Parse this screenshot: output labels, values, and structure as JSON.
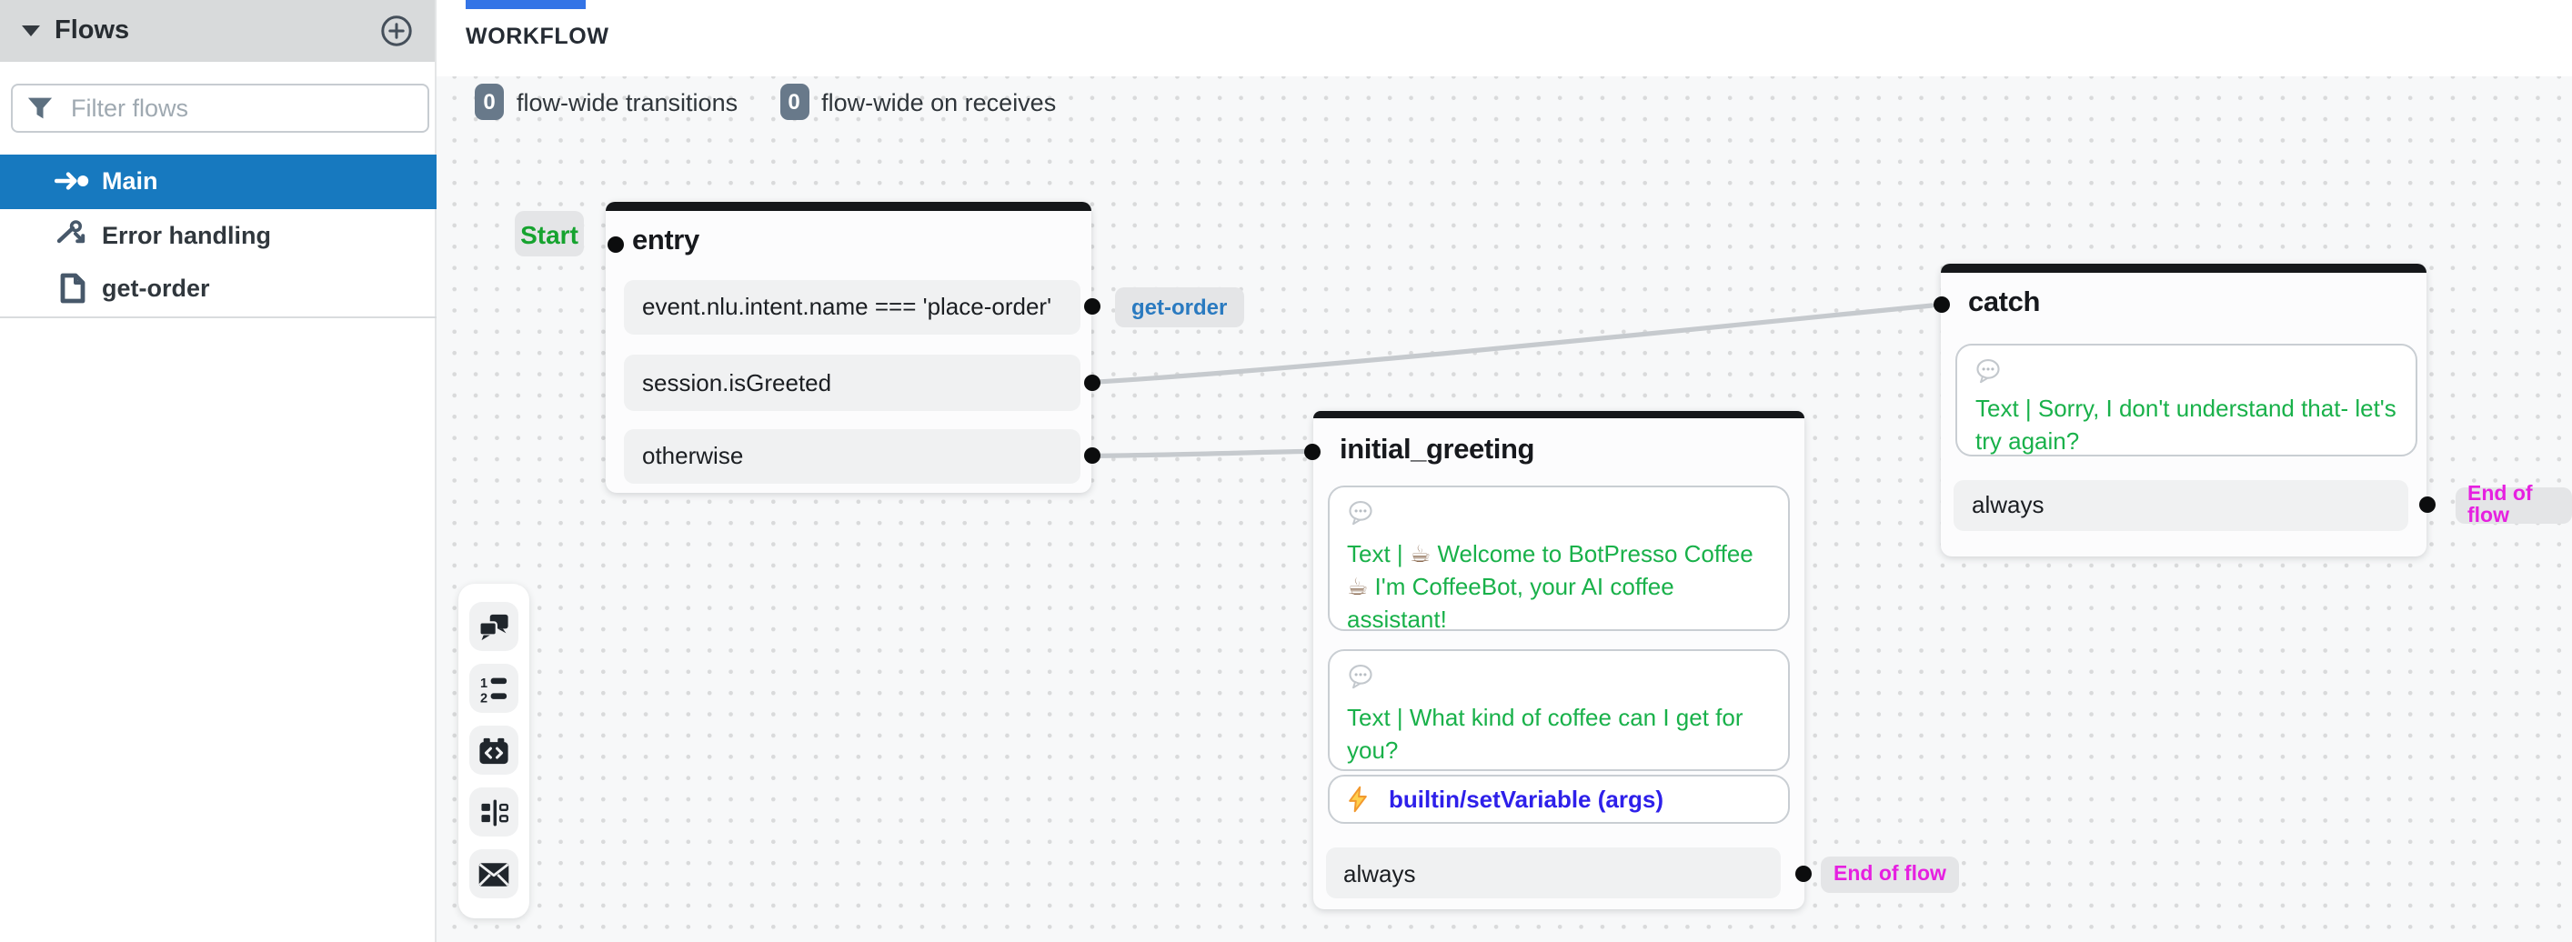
{
  "sidebar": {
    "header": {
      "title": "Flows",
      "caret_icon": "caret-down",
      "add_icon": "plus-circle"
    },
    "filter": {
      "placeholder": "Filter flows"
    },
    "items": [
      {
        "label": "Main",
        "icon": "start-arrow",
        "selected": true
      },
      {
        "label": "Error handling",
        "icon": "error-branch",
        "selected": false
      },
      {
        "label": "get-order",
        "icon": "document",
        "selected": false
      }
    ]
  },
  "topbar": {
    "tab_label": "WORKFLOW"
  },
  "canvas": {
    "counters": [
      {
        "count": "0",
        "label": "flow-wide transitions"
      },
      {
        "count": "0",
        "label": "flow-wide on receives"
      }
    ],
    "start_badge": "Start",
    "get_order_badge": "get-order",
    "nodes": {
      "entry": {
        "title": "entry",
        "conditions": [
          "event.nlu.intent.name === 'place-order'",
          "session.isGreeted",
          "otherwise"
        ]
      },
      "initial_greeting": {
        "title": "initial_greeting",
        "card1": {
          "seg1": "Text | ",
          "emoji1": "☕",
          "seg2": "  Welcome to BotPresso Coffee ",
          "emoji2": "☕",
          "seg3": "  I'm CoffeeBot, your AI coffee assistant!"
        },
        "card2": {
          "text": "Text | What kind of coffee can I get for you?"
        },
        "action": "builtin/setVariable (args)",
        "transition": "always",
        "end_badge": "End of flow"
      },
      "catch": {
        "title": "catch",
        "card": {
          "text": "Text | Sorry, I don't understand that- let's try again?"
        },
        "transition": "always",
        "end_badge": "End of flow"
      }
    },
    "palette_icons": [
      "chat-node",
      "numbered-list-node",
      "code-block-node",
      "split-node",
      "email-node"
    ]
  },
  "colors": {
    "sidebar_selected_blue": "#1779bf",
    "tab_indicator_blue": "#3474e6",
    "message_green": "#19b14a",
    "start_green": "#16a32f",
    "end_of_flow_magenta": "#e620e0",
    "action_blue": "#2e20ea",
    "subflow_link_blue": "#2a7ac0",
    "counter_badge_gray": "#68798a"
  }
}
